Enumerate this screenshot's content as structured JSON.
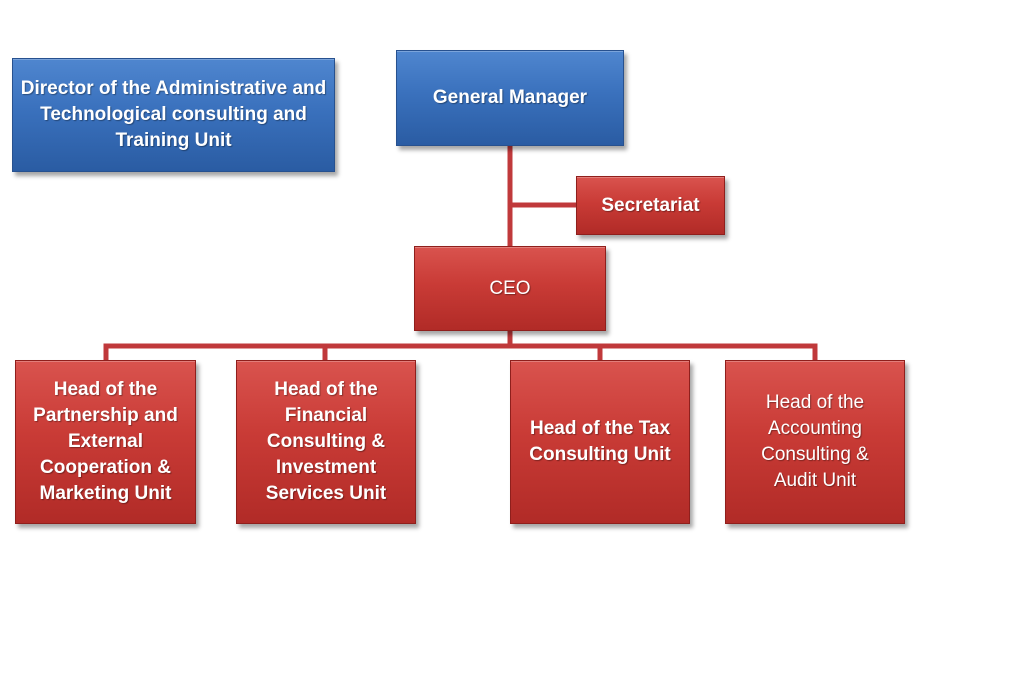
{
  "colors": {
    "blue_box": "#3a71bd",
    "red_box": "#c93b36",
    "connector": "#c0393b"
  },
  "chart": {
    "director_unit": "Director of the Administrative and Technological consulting and Training Unit",
    "general_manager": "General Manager",
    "secretariat": "Secretariat",
    "ceo": "CEO",
    "units": [
      "Head of the Partnership and External Cooperation & Marketing Unit",
      "Head of the Financial Consulting & Investment Services Unit",
      "Head of the Tax Consulting Unit",
      "Head of the Accounting Consulting & Audit Unit"
    ]
  }
}
